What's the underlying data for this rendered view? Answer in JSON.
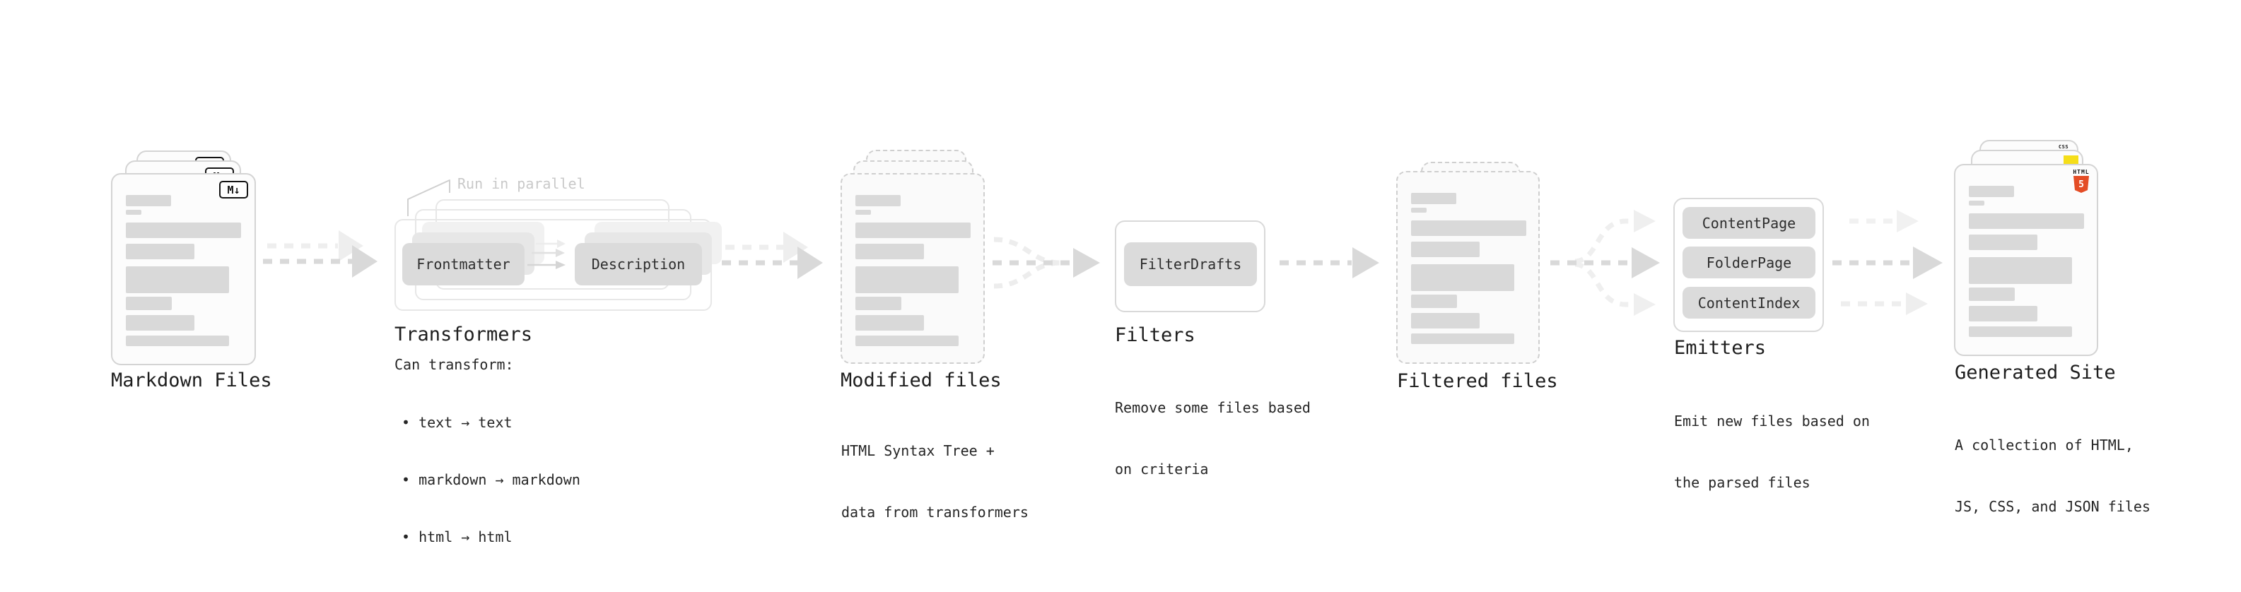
{
  "colors": {
    "accent_html5": "#e44d26",
    "accent_js": "#f5de19",
    "accent_css": "#2563eb",
    "arrow_dark": "#d9d9d9",
    "arrow_light": "#efefef",
    "bar_gray": "#d9d9d9"
  },
  "stages": {
    "markdown_files": {
      "title": "Markdown Files",
      "badge": "M↓"
    },
    "transformers": {
      "annotation": "Run in parallel",
      "button_frontmatter": "Frontmatter",
      "button_description": "Description",
      "title": "Transformers",
      "desc_heading": "Can transform:",
      "bullet_1": "• text → text",
      "bullet_2": "• markdown → markdown",
      "bullet_3": "• html → html"
    },
    "modified_files": {
      "title": "Modified files",
      "desc_line_1": "HTML Syntax Tree +",
      "desc_line_2": "data from transformers"
    },
    "filters": {
      "title": "Filters",
      "button_filterdrafts": "FilterDrafts",
      "desc_line_1": "Remove some files based",
      "desc_line_2": "on criteria"
    },
    "filtered_files": {
      "title": "Filtered files"
    },
    "emitters": {
      "title": "Emitters",
      "button_contentpage": "ContentPage",
      "button_folderpage": "FolderPage",
      "button_contentindex": "ContentIndex",
      "desc_line_1": "Emit new files based on",
      "desc_line_2": "the parsed files"
    },
    "generated_site": {
      "title": "Generated Site",
      "badge_html_label": "HTML",
      "badge_html_number": "5",
      "badge_css": "CSS",
      "desc_line_1": "A collection of HTML,",
      "desc_line_2": "JS, CSS, and JSON files"
    }
  }
}
